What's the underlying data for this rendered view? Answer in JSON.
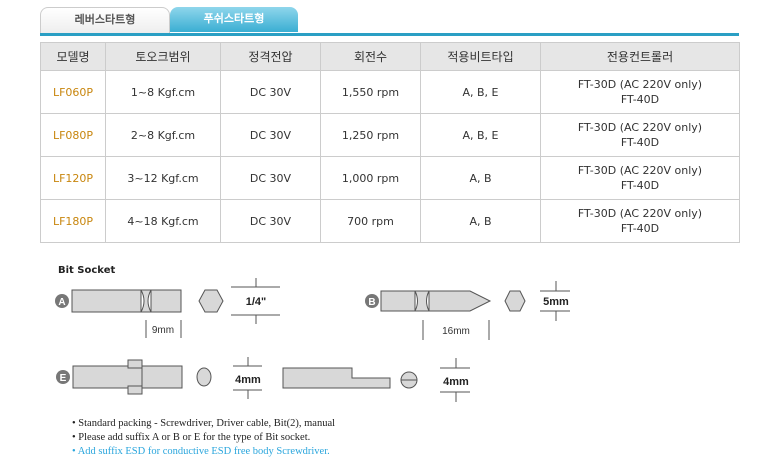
{
  "tabs": [
    {
      "label": "레버스타트형",
      "active": false
    },
    {
      "label": "푸쉬스타트형",
      "active": true
    }
  ],
  "table": {
    "headers": [
      "모델명",
      "토오크범위",
      "정격전압",
      "회전수",
      "적용비트타입",
      "전용컨트롤러"
    ],
    "rows": [
      [
        "LF060P",
        "1~8 Kgf.cm",
        "DC 30V",
        "1,550 rpm",
        "A, B, E",
        "FT-30D (AC 220V only)",
        "FT-40D"
      ],
      [
        "LF080P",
        "2~8 Kgf.cm",
        "DC 30V",
        "1,250 rpm",
        "A, B, E",
        "FT-30D (AC 220V only)",
        "FT-40D"
      ],
      [
        "LF120P",
        "3~12 Kgf.cm",
        "DC 30V",
        "1,000 rpm",
        "A, B",
        "FT-30D (AC 220V only)",
        "FT-40D"
      ],
      [
        "LF180P",
        "4~18 Kgf.cm",
        "DC 30V",
        "700 rpm",
        "A, B",
        "FT-30D (AC 220V only)",
        "FT-40D"
      ]
    ]
  },
  "bit_socket": {
    "title": "Bit Socket",
    "a": {
      "label": "A",
      "length": "9mm",
      "size": "1/4\""
    },
    "b": {
      "label": "B",
      "length": "16mm",
      "size": "5mm"
    },
    "e": {
      "label": "E",
      "size": "4mm",
      "size2": "4mm"
    }
  },
  "notes": [
    "• Standard packing - Screwdriver, Driver cable, Bit(2), manual",
    "• Please add suffix A or B or E for the type of Bit socket.",
    "• Add suffix ESD for conductive ESD free body Screwdriver."
  ],
  "colors": {
    "accent": "#2a9fc4",
    "model": "#c8860e",
    "note_blue": "#2aa6dd"
  }
}
